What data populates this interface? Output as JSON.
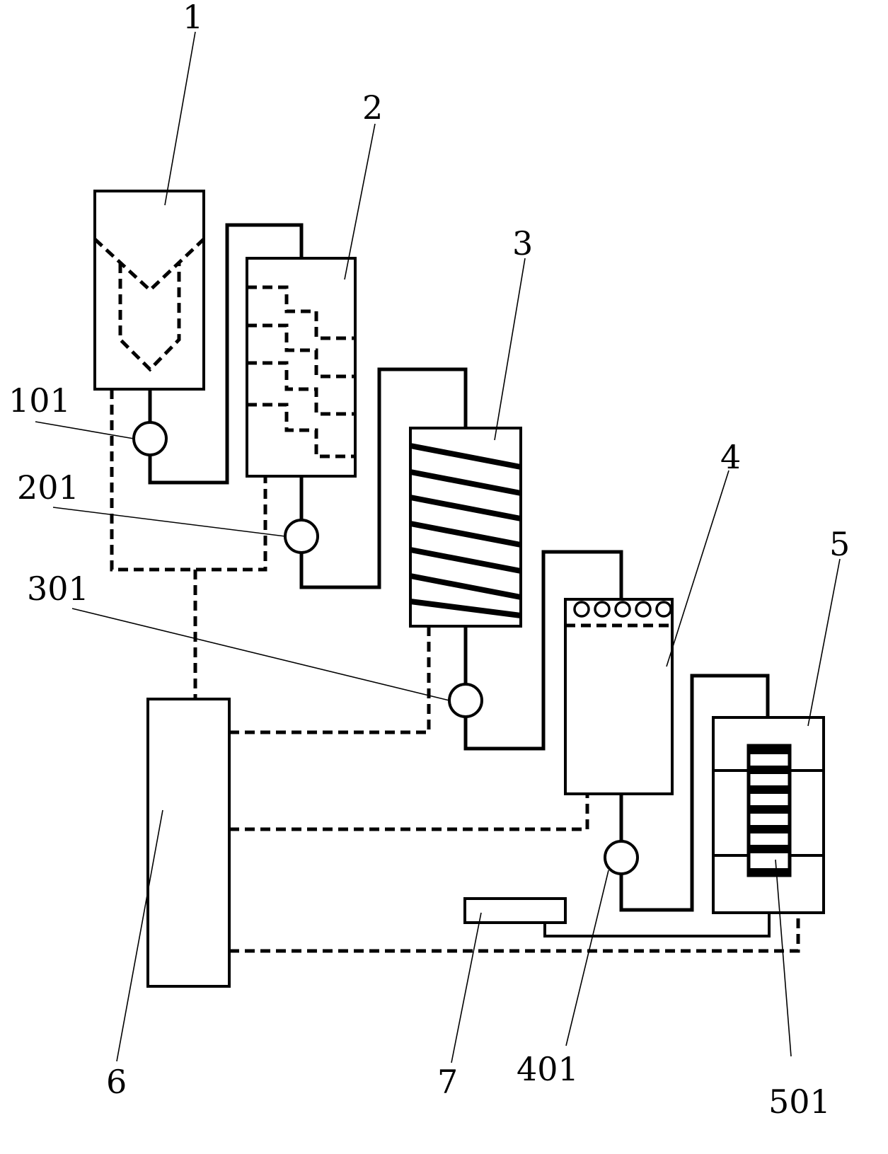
{
  "labels": {
    "u1": "1",
    "u2": "2",
    "u3": "3",
    "u4": "4",
    "u5": "5",
    "u6": "6",
    "u7": "7",
    "p101": "101",
    "p201": "201",
    "p301": "301",
    "p401": "401",
    "p501": "501"
  }
}
